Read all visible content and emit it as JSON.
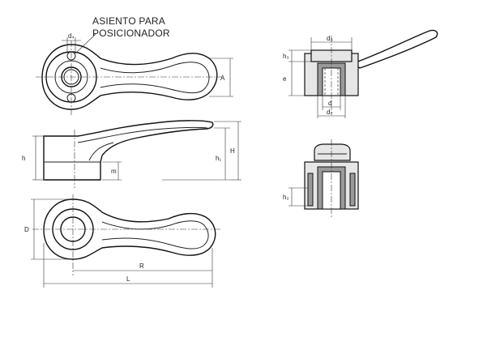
{
  "callout": {
    "line1": "ASIENTO PARA",
    "line2": "POSICIONADOR"
  },
  "dimensions": {
    "d4": "d₄",
    "A": "A",
    "h": "h",
    "m": "m",
    "h1": "h₁",
    "H": "H",
    "D": "D",
    "R": "R",
    "L": "L",
    "d3": "d₃",
    "h3": "h₃",
    "e": "e",
    "d": "d",
    "d2": "d₂",
    "h2": "h₂"
  }
}
